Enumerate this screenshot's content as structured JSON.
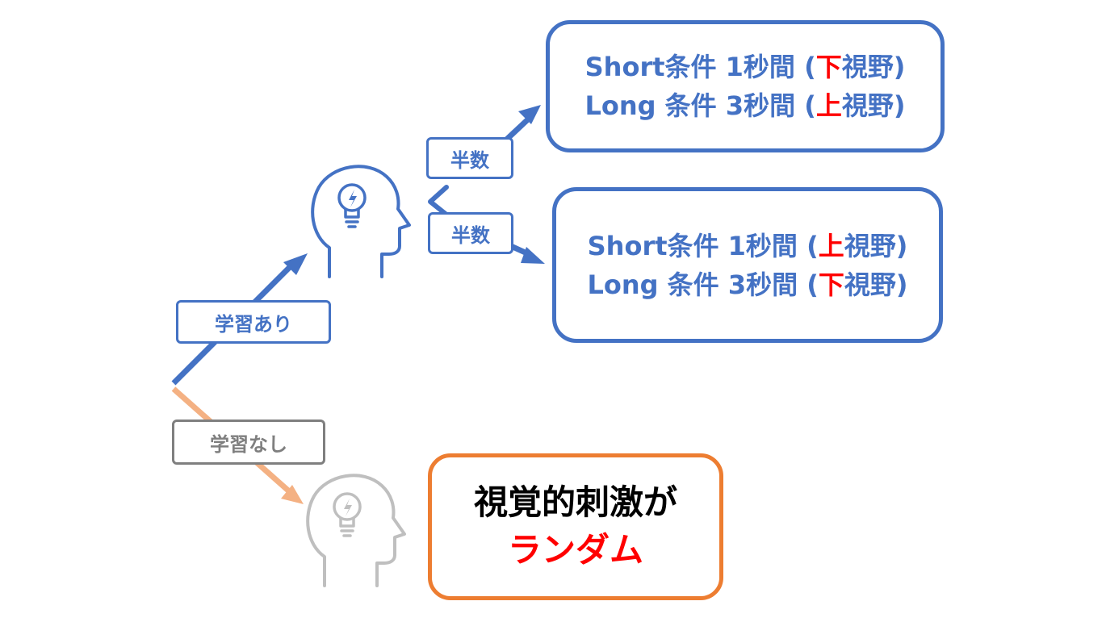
{
  "colors": {
    "blue": "#4472C4",
    "orange": "#ED7D31",
    "light_orange": "#F4B183",
    "gray": "#7F7F7F",
    "light_gray": "#BFBFBF",
    "red": "#FF0000"
  },
  "icons": {
    "learned_head": "head-with-lightbulb-icon",
    "unlearned_head": "head-with-lightbulb-icon"
  },
  "labels": {
    "learning_yes": "学習あり",
    "learning_no": "学習なし",
    "half_top": "半数",
    "half_bottom": "半数"
  },
  "conditions": [
    {
      "lines": [
        {
          "prefix": "Short条件 1秒間 (",
          "field": "下",
          "suffix": "視野)"
        },
        {
          "prefix": "Long 条件 3秒間 (",
          "field": "上",
          "suffix": "視野)"
        }
      ]
    },
    {
      "lines": [
        {
          "prefix": "Short条件 1秒間 (",
          "field": "上",
          "suffix": "視野)"
        },
        {
          "prefix": "Long 条件 3秒間 (",
          "field": "下",
          "suffix": "視野)"
        }
      ]
    }
  ],
  "result": {
    "line1": "視覚的刺激が",
    "line2": "ランダム"
  }
}
